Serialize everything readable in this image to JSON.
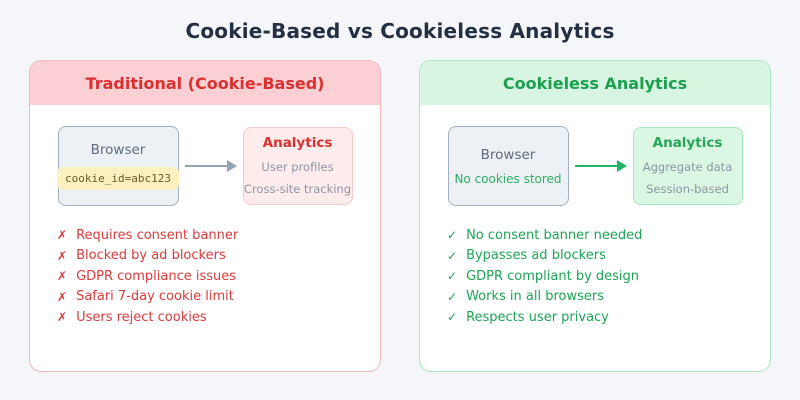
{
  "page": {
    "title": "Cookie-Based vs Cookieless Analytics"
  },
  "colors": {
    "page-bg": "#f4f6f9",
    "title-text": "#233044",
    "red": "#da3030",
    "red-item": "#da3b3b",
    "red-header-bg": "#fbcfd3",
    "red-panel-border": "#f2b9bd",
    "red-box-bg": "#fdeceb",
    "red-box-border": "#f7caca",
    "green": "#1ba04e",
    "green-dark": "#27a458",
    "green-item": "#1ea455",
    "note-green": "#2fae62",
    "green-header-bg": "#d7f5e1",
    "green-panel-border": "#a8e7bf",
    "green-box-bg": "#daf7e3",
    "green-box-border": "#a5e5bb",
    "slate": "#5c6b7d",
    "slate-border": "#a3b0c2",
    "browser-bg": "#edf1f6",
    "muted": "#8c96a6",
    "cookie-bg": "#fcf0c0",
    "cookie-text": "#6d5a26",
    "arrow-gray": "#93a2b5",
    "arrow-green": "#23b563"
  },
  "left_panel": {
    "header": "Traditional (Cookie-Based)",
    "browser": {
      "title": "Browser",
      "cookie": "cookie_id=abc123"
    },
    "analytics": {
      "title": "Analytics",
      "line1": "User profiles",
      "line2": "Cross-site tracking"
    },
    "marker": "✗",
    "items": [
      "Requires consent banner",
      "Blocked by ad blockers",
      "GDPR compliance issues",
      "Safari 7-day cookie limit",
      "Users reject cookies"
    ]
  },
  "right_panel": {
    "header": "Cookieless Analytics",
    "browser": {
      "title": "Browser",
      "note": "No cookies stored"
    },
    "analytics": {
      "title": "Analytics",
      "line1": "Aggregate data",
      "line2": "Session-based"
    },
    "marker": "✓",
    "items": [
      "No consent banner needed",
      "Bypasses ad blockers",
      "GDPR compliant by design",
      "Works in all browsers",
      "Respects user privacy"
    ]
  }
}
